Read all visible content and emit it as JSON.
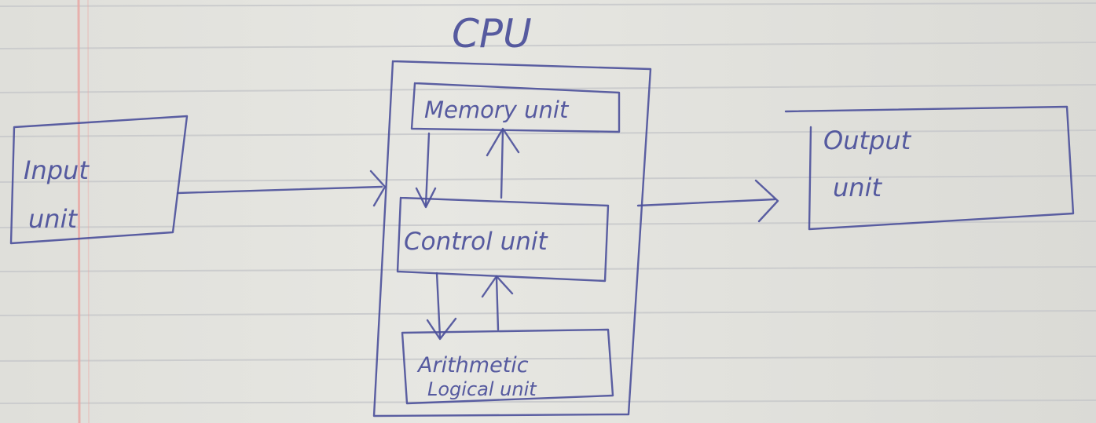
{
  "diagram": {
    "cpu_label": "CPU",
    "input_unit": {
      "line1": "Input",
      "line2": "unit"
    },
    "output_unit": {
      "line1": "Output",
      "line2": "unit"
    },
    "memory_unit": {
      "label": "Memory unit"
    },
    "control_unit": {
      "label": "Control unit"
    },
    "alu": {
      "line1": "Arithmetic",
      "line2": "Logical unit"
    }
  },
  "colors": {
    "paper": "#e6e6e1",
    "ruled_line": "#c9cacc",
    "margin_line": "#e9a8a4",
    "ink": "#4a4f9a"
  }
}
